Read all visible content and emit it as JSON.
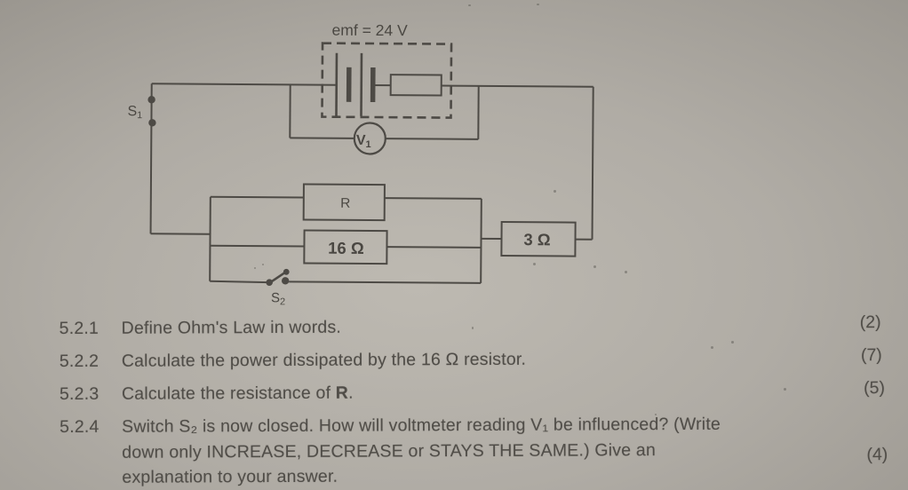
{
  "page": {
    "paper_color": "#b0aca5",
    "ink_color": "#4a4742"
  },
  "circuit": {
    "emf_label": "emf = 24 V",
    "voltmeter": {
      "base": "V",
      "sub": "1"
    },
    "switch1": {
      "base": "S",
      "sub": "1"
    },
    "switch2": {
      "base": "S",
      "sub": "2"
    },
    "resistor_r_label": "R",
    "resistor_16_label": "16 Ω",
    "resistor_3_label": "3 Ω"
  },
  "questions": [
    {
      "number": "5.2.1",
      "text": "Define Ohm's Law in words.",
      "marks": "(2)"
    },
    {
      "number": "5.2.2",
      "text": "Calculate the power dissipated by the 16 Ω resistor.",
      "marks": "(7)"
    },
    {
      "number": "5.2.3",
      "text_before": "Calculate the resistance of ",
      "text_bold": "R",
      "text_after": ".",
      "marks": "(5)"
    },
    {
      "number": "5.2.4",
      "line1": "Switch S₂ is now closed. How will voltmeter reading V₁ be influenced? (Write",
      "line2": "down only INCREASE, DECREASE or STAYS THE SAME.) Give an",
      "line3": "explanation to your answer.",
      "marks": "(4)"
    }
  ]
}
